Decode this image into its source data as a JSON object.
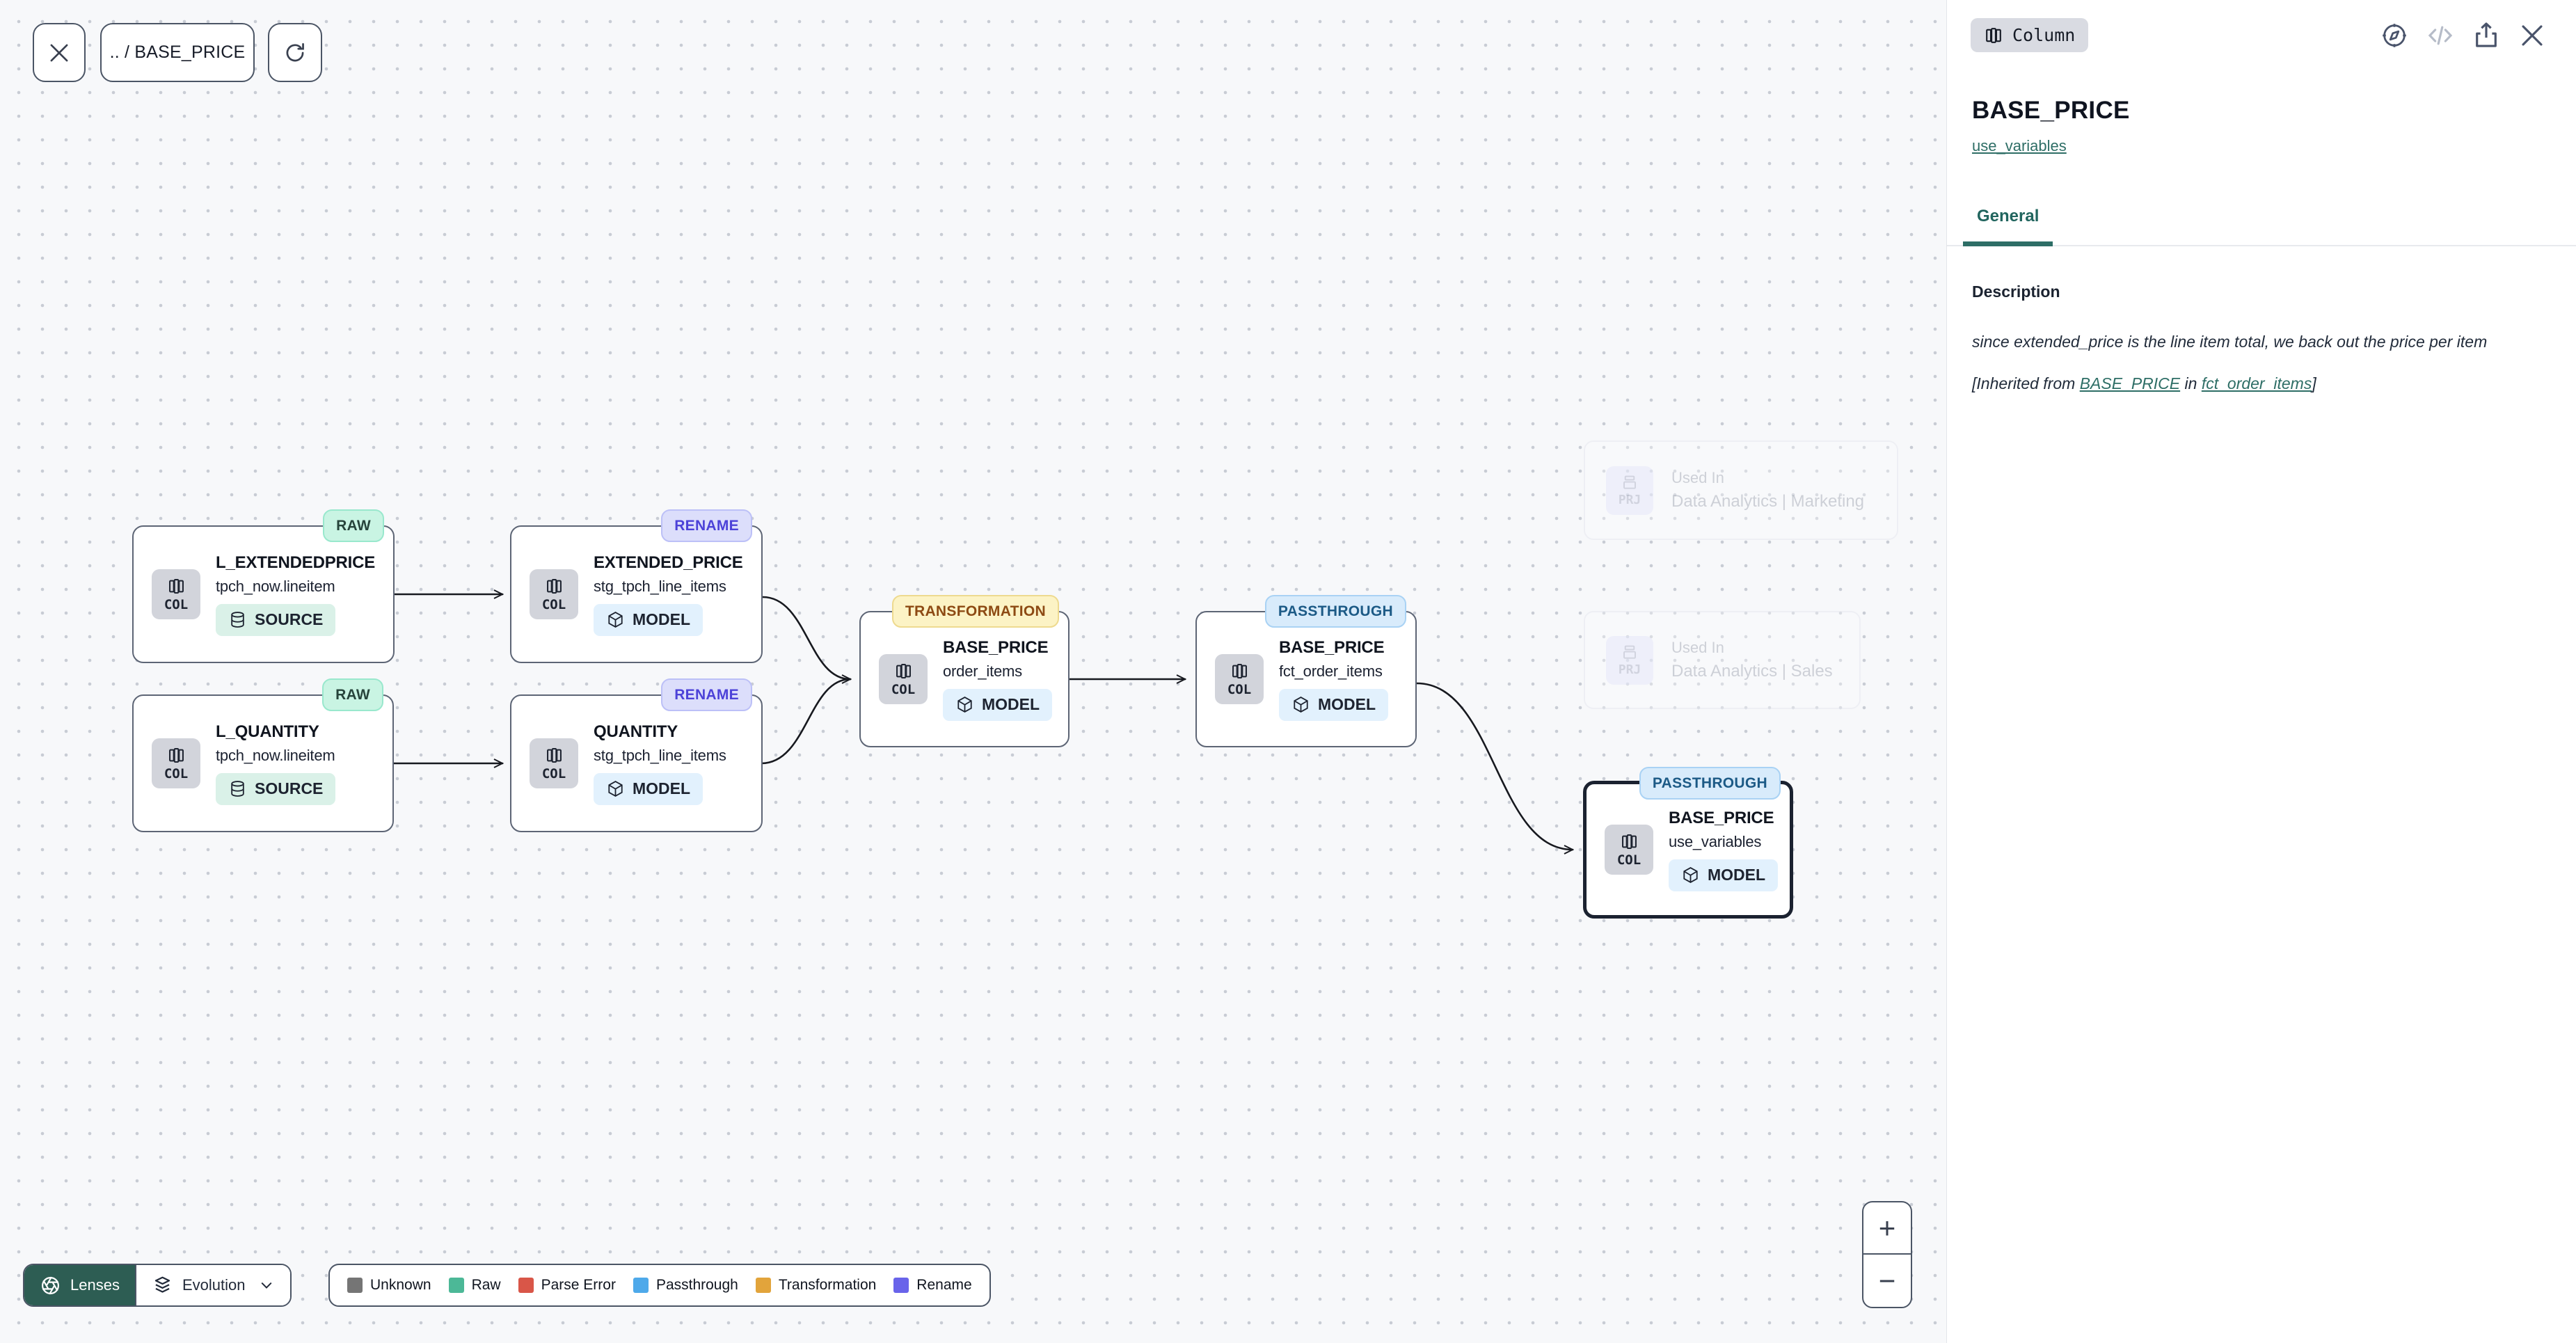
{
  "toolbar": {
    "breadcrumb": ".. / BASE_PRICE",
    "icons": [
      "close-icon",
      "refresh-icon"
    ]
  },
  "canvas": {
    "nodes": [
      {
        "lens": "RAW",
        "chip": "COL",
        "title": "L_EXTENDEDPRICE",
        "subtitle": "tpch_now.lineitem",
        "type": "SOURCE"
      },
      {
        "lens": "RENAME",
        "chip": "COL",
        "title": "EXTENDED_PRICE",
        "subtitle": "stg_tpch_line_items",
        "type": "MODEL"
      },
      {
        "lens": "RAW",
        "chip": "COL",
        "title": "L_QUANTITY",
        "subtitle": "tpch_now.lineitem",
        "type": "SOURCE"
      },
      {
        "lens": "RENAME",
        "chip": "COL",
        "title": "QUANTITY",
        "subtitle": "stg_tpch_line_items",
        "type": "MODEL"
      },
      {
        "lens": "TRANSFORMATION",
        "chip": "COL",
        "title": "BASE_PRICE",
        "subtitle": "order_items",
        "type": "MODEL"
      },
      {
        "lens": "PASSTHROUGH",
        "chip": "COL",
        "title": "BASE_PRICE",
        "subtitle": "fct_order_items",
        "type": "MODEL"
      },
      {
        "lens": "PASSTHROUGH",
        "chip": "COL",
        "title": "BASE_PRICE",
        "subtitle": "use_variables",
        "type": "MODEL",
        "selected": true
      }
    ],
    "used_in": [
      {
        "chip": "PRJ",
        "label": "Used In",
        "project": "Data Analytics | Marketing"
      },
      {
        "chip": "PRJ",
        "label": "Used In",
        "project": "Data Analytics | Sales"
      }
    ]
  },
  "lenses": {
    "button_label": "Lenses",
    "selected_lens": "Evolution",
    "legend": [
      {
        "label": "Unknown",
        "color": "#757575"
      },
      {
        "label": "Raw",
        "color": "#4cb897"
      },
      {
        "label": "Parse Error",
        "color": "#d95648"
      },
      {
        "label": "Passthrough",
        "color": "#4ea9ea"
      },
      {
        "label": "Transformation",
        "color": "#e2a43b"
      },
      {
        "label": "Rename",
        "color": "#6964ea"
      }
    ]
  },
  "zoom_controls": {
    "zoom_in": "+",
    "zoom_out": "−"
  },
  "panel": {
    "entity_type": "Column",
    "icons": [
      "compass-icon",
      "code-icon",
      "share-icon",
      "close-icon"
    ],
    "title": "BASE_PRICE",
    "model_link": "use_variables",
    "tabs": [
      {
        "label": "General"
      }
    ],
    "description": {
      "heading": "Description",
      "body": "since extended_price is the line item total, we back out the price per item",
      "inherited_prefix": "[Inherited from ",
      "inherited_link_column": "BASE_PRICE",
      "inherited_middle": " in ",
      "inherited_link_model": "fct_order_items",
      "inherited_suffix": "]"
    }
  },
  "colors": {
    "accent": "#2e6e66",
    "lens_button_bg": "#2d5d53",
    "lens_raw": "#c9f4e3",
    "lens_rename": "#dcdefb",
    "lens_transformation": "#fcf3c5",
    "lens_passthrough": "#d8ebfb"
  }
}
